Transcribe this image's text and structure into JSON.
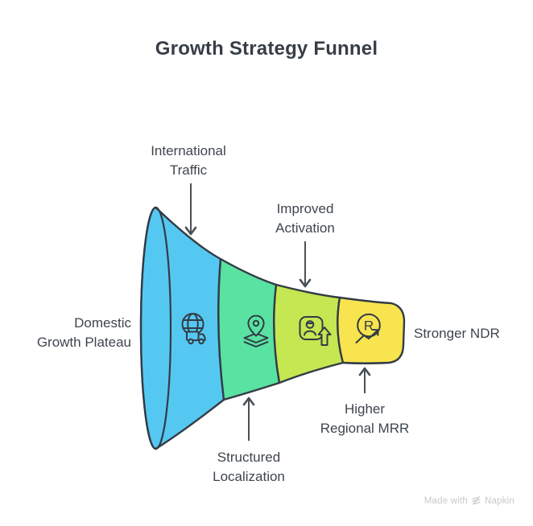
{
  "title": "Growth Strategy Funnel",
  "funnel": {
    "input_label": "Domestic\nGrowth Plateau",
    "output_label": "Stronger NDR",
    "stages": [
      {
        "label": "International\nTraffic",
        "color": "#55c8f2",
        "icon": "globe-truck-icon",
        "callout_position": "top"
      },
      {
        "label": "Structured\nLocalization",
        "color": "#59e2a1",
        "icon": "map-pin-layers-icon",
        "callout_position": "bottom"
      },
      {
        "label": "Improved\nActivation",
        "color": "#c4e752",
        "icon": "user-upgrade-icon",
        "callout_position": "top"
      },
      {
        "label": "Higher\nRegional MRR",
        "color": "#f8e44e",
        "icon": "revenue-trend-icon",
        "callout_position": "bottom"
      }
    ],
    "trend_letter": "R"
  },
  "watermark": {
    "prefix": "Made with",
    "brand": "Napkin",
    "logo": "napkin-logo-icon"
  },
  "theme": {
    "background": "#ffffff",
    "outline": "#333b45",
    "arrow": "#4a5058",
    "text": "#3f454e",
    "title": "#383e47",
    "watermark": "#c7c9cc"
  }
}
